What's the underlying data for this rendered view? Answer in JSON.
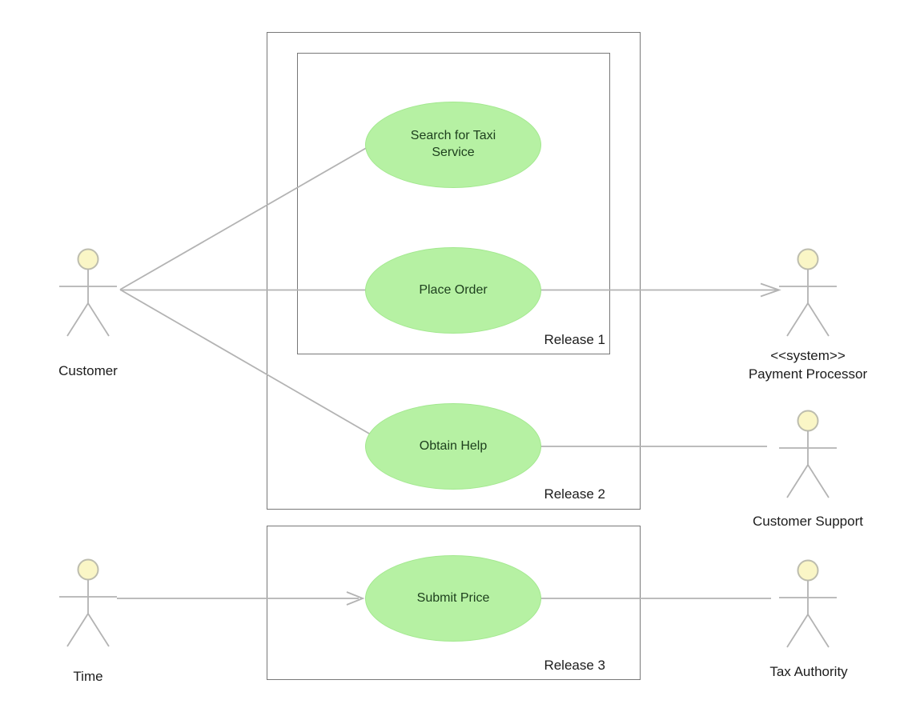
{
  "diagram": {
    "type": "uml-use-case",
    "use_cases": [
      {
        "id": "search-for-taxi-service",
        "label": "Search for Taxi Service"
      },
      {
        "id": "place-order",
        "label": "Place Order"
      },
      {
        "id": "obtain-help",
        "label": "Obtain Help"
      },
      {
        "id": "submit-price",
        "label": "Submit Price"
      }
    ],
    "actors": [
      {
        "id": "customer",
        "label": "Customer"
      },
      {
        "id": "time",
        "label": "Time"
      },
      {
        "id": "payment-processor",
        "stereotype": "<<system>>",
        "label": "Payment Processor"
      },
      {
        "id": "customer-support",
        "label": "Customer Support"
      },
      {
        "id": "tax-authority",
        "label": "Tax Authority"
      }
    ],
    "boundaries": [
      {
        "id": "release-1",
        "label": "Release 1"
      },
      {
        "id": "release-2",
        "label": "Release 2"
      },
      {
        "id": "release-3",
        "label": "Release 3"
      }
    ],
    "associations": [
      {
        "from": "Customer",
        "to": "Search for Taxi Service",
        "arrow": "none"
      },
      {
        "from": "Customer",
        "to": "Place Order",
        "arrow": "none"
      },
      {
        "from": "Place Order",
        "to": "Payment Processor",
        "arrow": "open"
      },
      {
        "from": "Customer",
        "to": "Obtain Help",
        "arrow": "none"
      },
      {
        "from": "Obtain Help",
        "to": "Customer Support",
        "arrow": "none"
      },
      {
        "from": "Time",
        "to": "Submit Price",
        "arrow": "open"
      },
      {
        "from": "Submit Price",
        "to": "Tax Authority",
        "arrow": "none"
      }
    ],
    "colors": {
      "use_case_fill": "#b6f1a3",
      "use_case_border": "#a3e88f",
      "use_case_text": "#1e401e",
      "actor_head_fill": "#faf6c6",
      "connector_line": "#b3b3b3",
      "boundary_border": "#787878",
      "label_text": "#1c1c1c",
      "background": "#ffffff"
    }
  }
}
